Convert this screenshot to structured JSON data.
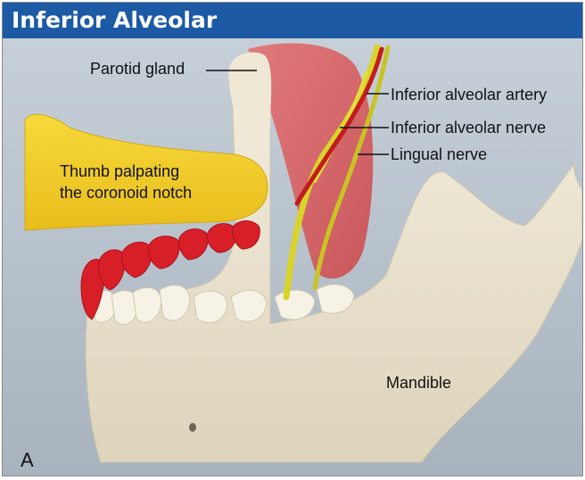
{
  "title": "Inferior Alveolar",
  "labels": {
    "parotid_gland": "Parotid gland",
    "inferior_alveolar_artery": "Inferior alveolar artery",
    "inferior_alveolar_nerve": "Inferior alveolar nerve",
    "lingual_nerve": "Lingual nerve",
    "thumb_line1": "Thumb palpating",
    "thumb_line2": "the coronoid notch",
    "mandible": "Mandible",
    "panel_letter": "A"
  },
  "colors": {
    "title_bar": "#1d5aa6",
    "bone": "#ede6d2",
    "gland": "#d96a6e",
    "nerve": "#d8d42a",
    "artery": "#c41b1f",
    "thumb": "#f2cf2a",
    "upper_teeth": "#d81f28"
  }
}
